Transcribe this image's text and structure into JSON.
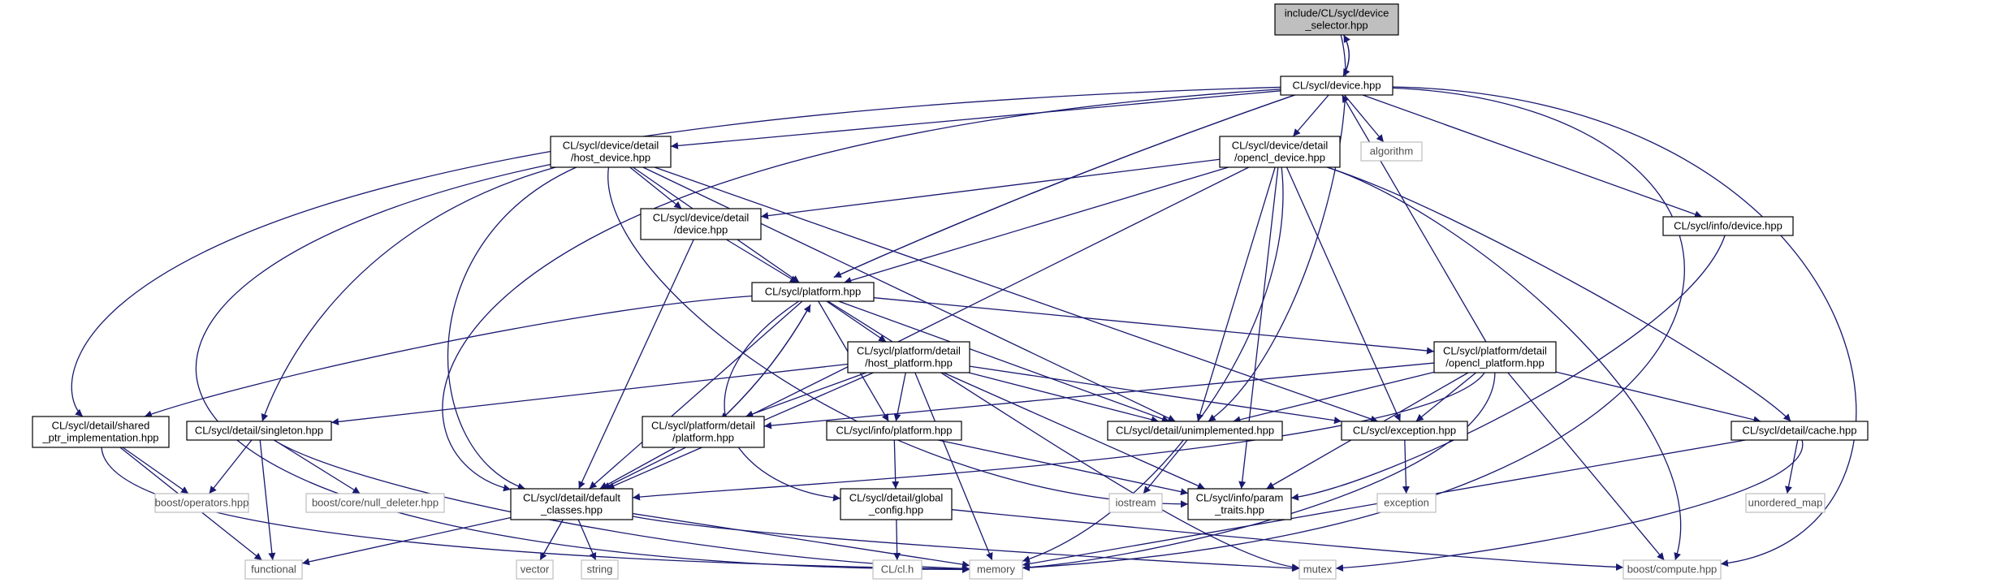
{
  "colors": {
    "edge": "#191970",
    "root_fill": "#bfbfbf",
    "node_fill": "#ffffff",
    "node_border": "#000000",
    "external_border": "#bfbfbf",
    "external_text": "#4d4d4d"
  },
  "nodes": [
    {
      "id": "root",
      "lines": [
        "include/CL/sycl/device",
        "_selector.hpp"
      ],
      "kind": "root"
    },
    {
      "id": "device",
      "lines": [
        "CL/sycl/device.hpp"
      ],
      "kind": "file"
    },
    {
      "id": "host_device",
      "lines": [
        "CL/sycl/device/detail",
        "/host_device.hpp"
      ],
      "kind": "file"
    },
    {
      "id": "opencl_device",
      "lines": [
        "CL/sycl/device/detail",
        "/opencl_device.hpp"
      ],
      "kind": "file"
    },
    {
      "id": "algorithm",
      "lines": [
        "algorithm"
      ],
      "kind": "external"
    },
    {
      "id": "info_device",
      "lines": [
        "CL/sycl/info/device.hpp"
      ],
      "kind": "file"
    },
    {
      "id": "detail_device",
      "lines": [
        "CL/sycl/device/detail",
        "/device.hpp"
      ],
      "kind": "file"
    },
    {
      "id": "platform",
      "lines": [
        "CL/sycl/platform.hpp"
      ],
      "kind": "file"
    },
    {
      "id": "host_platform",
      "lines": [
        "CL/sycl/platform/detail",
        "/host_platform.hpp"
      ],
      "kind": "file"
    },
    {
      "id": "opencl_platform",
      "lines": [
        "CL/sycl/platform/detail",
        "/opencl_platform.hpp"
      ],
      "kind": "file"
    },
    {
      "id": "shared_ptr",
      "lines": [
        "CL/sycl/detail/shared",
        "_ptr_implementation.hpp"
      ],
      "kind": "file"
    },
    {
      "id": "singleton",
      "lines": [
        "CL/sycl/detail/singleton.hpp"
      ],
      "kind": "file"
    },
    {
      "id": "pd_platform",
      "lines": [
        "CL/sycl/platform/detail",
        "/platform.hpp"
      ],
      "kind": "file"
    },
    {
      "id": "info_platform",
      "lines": [
        "CL/sycl/info/platform.hpp"
      ],
      "kind": "file"
    },
    {
      "id": "unimplemented",
      "lines": [
        "CL/sycl/detail/unimplemented.hpp"
      ],
      "kind": "file"
    },
    {
      "id": "exception",
      "lines": [
        "CL/sycl/exception.hpp"
      ],
      "kind": "file"
    },
    {
      "id": "cache",
      "lines": [
        "CL/sycl/detail/cache.hpp"
      ],
      "kind": "file"
    },
    {
      "id": "boost_operators",
      "lines": [
        "boost/operators.hpp"
      ],
      "kind": "external"
    },
    {
      "id": "null_deleter",
      "lines": [
        "boost/core/null_deleter.hpp"
      ],
      "kind": "external"
    },
    {
      "id": "default_classes",
      "lines": [
        "CL/sycl/detail/default",
        "_classes.hpp"
      ],
      "kind": "file"
    },
    {
      "id": "global_config",
      "lines": [
        "CL/sycl/detail/global",
        "_config.hpp"
      ],
      "kind": "file"
    },
    {
      "id": "iostream",
      "lines": [
        "iostream"
      ],
      "kind": "external"
    },
    {
      "id": "param_traits",
      "lines": [
        "CL/sycl/info/param",
        "_traits.hpp"
      ],
      "kind": "file"
    },
    {
      "id": "exception_std",
      "lines": [
        "exception"
      ],
      "kind": "external"
    },
    {
      "id": "unordered_map",
      "lines": [
        "unordered_map"
      ],
      "kind": "external"
    },
    {
      "id": "functional",
      "lines": [
        "functional"
      ],
      "kind": "external"
    },
    {
      "id": "vector",
      "lines": [
        "vector"
      ],
      "kind": "external"
    },
    {
      "id": "string",
      "lines": [
        "string"
      ],
      "kind": "external"
    },
    {
      "id": "cl_h",
      "lines": [
        "CL/cl.h"
      ],
      "kind": "external"
    },
    {
      "id": "memory",
      "lines": [
        "memory"
      ],
      "kind": "external"
    },
    {
      "id": "mutex",
      "lines": [
        "mutex"
      ],
      "kind": "external"
    },
    {
      "id": "boost_compute",
      "lines": [
        "boost/compute.hpp"
      ],
      "kind": "external"
    }
  ],
  "edges": [
    [
      "root",
      "device"
    ],
    [
      "device",
      "root"
    ],
    [
      "root",
      "unimplemented"
    ],
    [
      "device",
      "host_device"
    ],
    [
      "device",
      "opencl_device"
    ],
    [
      "device",
      "algorithm"
    ],
    [
      "device",
      "info_device"
    ],
    [
      "device",
      "shared_ptr"
    ],
    [
      "device",
      "default_classes"
    ],
    [
      "device",
      "platform"
    ],
    [
      "device",
      "memory"
    ],
    [
      "device",
      "boost_compute"
    ],
    [
      "host_device",
      "detail_device"
    ],
    [
      "host_device",
      "platform"
    ],
    [
      "host_device",
      "singleton"
    ],
    [
      "host_device",
      "default_classes"
    ],
    [
      "host_device",
      "unimplemented"
    ],
    [
      "host_device",
      "exception"
    ],
    [
      "host_device",
      "param_traits"
    ],
    [
      "host_device",
      "memory"
    ],
    [
      "opencl_device",
      "detail_device"
    ],
    [
      "opencl_device",
      "platform"
    ],
    [
      "opencl_device",
      "default_classes"
    ],
    [
      "opencl_device",
      "unimplemented"
    ],
    [
      "opencl_device",
      "exception"
    ],
    [
      "opencl_device",
      "param_traits"
    ],
    [
      "opencl_device",
      "cache"
    ],
    [
      "opencl_device",
      "memory"
    ],
    [
      "opencl_device",
      "boost_compute"
    ],
    [
      "info_device",
      "param_traits"
    ],
    [
      "detail_device",
      "platform"
    ],
    [
      "detail_device",
      "default_classes"
    ],
    [
      "platform",
      "device"
    ],
    [
      "platform",
      "host_platform"
    ],
    [
      "platform",
      "opencl_platform"
    ],
    [
      "platform",
      "shared_ptr"
    ],
    [
      "platform",
      "pd_platform"
    ],
    [
      "platform",
      "info_platform"
    ],
    [
      "platform",
      "unimplemented"
    ],
    [
      "platform",
      "default_classes"
    ],
    [
      "platform",
      "global_config"
    ],
    [
      "platform",
      "mutex"
    ],
    [
      "host_platform",
      "pd_platform"
    ],
    [
      "host_platform",
      "info_platform"
    ],
    [
      "host_platform",
      "singleton"
    ],
    [
      "host_platform",
      "unimplemented"
    ],
    [
      "host_platform",
      "exception"
    ],
    [
      "host_platform",
      "default_classes"
    ],
    [
      "host_platform",
      "param_traits"
    ],
    [
      "host_platform",
      "memory"
    ],
    [
      "opencl_platform",
      "device"
    ],
    [
      "opencl_platform",
      "pd_platform"
    ],
    [
      "opencl_platform",
      "unimplemented"
    ],
    [
      "opencl_platform",
      "exception"
    ],
    [
      "opencl_platform",
      "cache"
    ],
    [
      "opencl_platform",
      "default_classes"
    ],
    [
      "opencl_platform",
      "param_traits"
    ],
    [
      "opencl_platform",
      "memory"
    ],
    [
      "opencl_platform",
      "boost_compute"
    ],
    [
      "pd_platform",
      "platform"
    ],
    [
      "pd_platform",
      "default_classes"
    ],
    [
      "shared_ptr",
      "boost_operators"
    ],
    [
      "shared_ptr",
      "functional"
    ],
    [
      "shared_ptr",
      "memory"
    ],
    [
      "singleton",
      "boost_operators"
    ],
    [
      "singleton",
      "null_deleter"
    ],
    [
      "singleton",
      "functional"
    ],
    [
      "singleton",
      "memory"
    ],
    [
      "info_platform",
      "global_config"
    ],
    [
      "info_platform",
      "param_traits"
    ],
    [
      "unimplemented",
      "iostream"
    ],
    [
      "exception",
      "exception_std"
    ],
    [
      "cache",
      "unordered_map"
    ],
    [
      "cache",
      "mutex"
    ],
    [
      "cache",
      "memory"
    ],
    [
      "default_classes",
      "functional"
    ],
    [
      "default_classes",
      "vector"
    ],
    [
      "default_classes",
      "string"
    ],
    [
      "default_classes",
      "memory"
    ],
    [
      "default_classes",
      "mutex"
    ],
    [
      "global_config",
      "cl_h"
    ],
    [
      "global_config",
      "boost_compute"
    ]
  ]
}
